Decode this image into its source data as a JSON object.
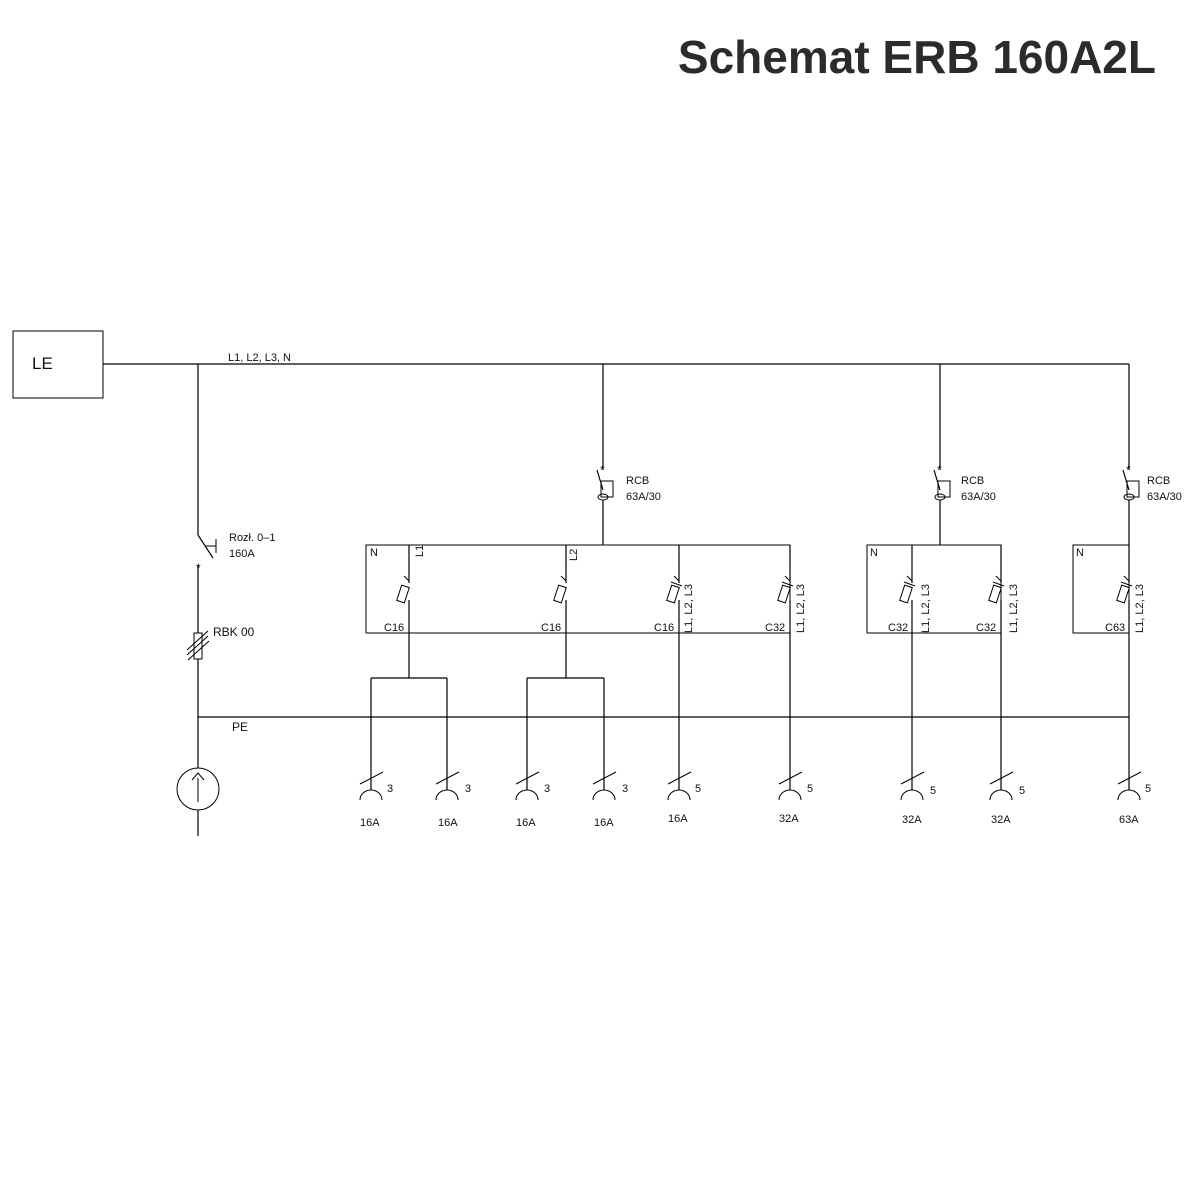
{
  "title": "Schemat ERB 160A2L",
  "source_box": "LE",
  "bus_label": "L1, L2, L3, N",
  "main_switch": {
    "name": "Rozł. 0–1",
    "rating": "160A"
  },
  "fuse_base": "RBK 00",
  "pe_label": "PE",
  "rcb": [
    {
      "name": "RCB",
      "rating": "63A/30"
    },
    {
      "name": "RCB",
      "rating": "63A/30"
    },
    {
      "name": "RCB",
      "rating": "63A/30"
    }
  ],
  "neutral_label": "N",
  "phase_labels": [
    "L1",
    "L2"
  ],
  "three_phase_label": "L1, L2, L3",
  "breakers": [
    "C16",
    "C16",
    "C16",
    "C32",
    "C32",
    "C32",
    "C63"
  ],
  "sockets": [
    {
      "poles": "3",
      "rating": "16A"
    },
    {
      "poles": "3",
      "rating": "16A"
    },
    {
      "poles": "3",
      "rating": "16A"
    },
    {
      "poles": "3",
      "rating": "16A"
    },
    {
      "poles": "5",
      "rating": "16A"
    },
    {
      "poles": "5",
      "rating": "32A"
    },
    {
      "poles": "5",
      "rating": "32A"
    },
    {
      "poles": "5",
      "rating": "32A"
    },
    {
      "poles": "5",
      "rating": "63A"
    }
  ],
  "colors": {
    "line": "#000000",
    "title": "#2b2b2b"
  }
}
